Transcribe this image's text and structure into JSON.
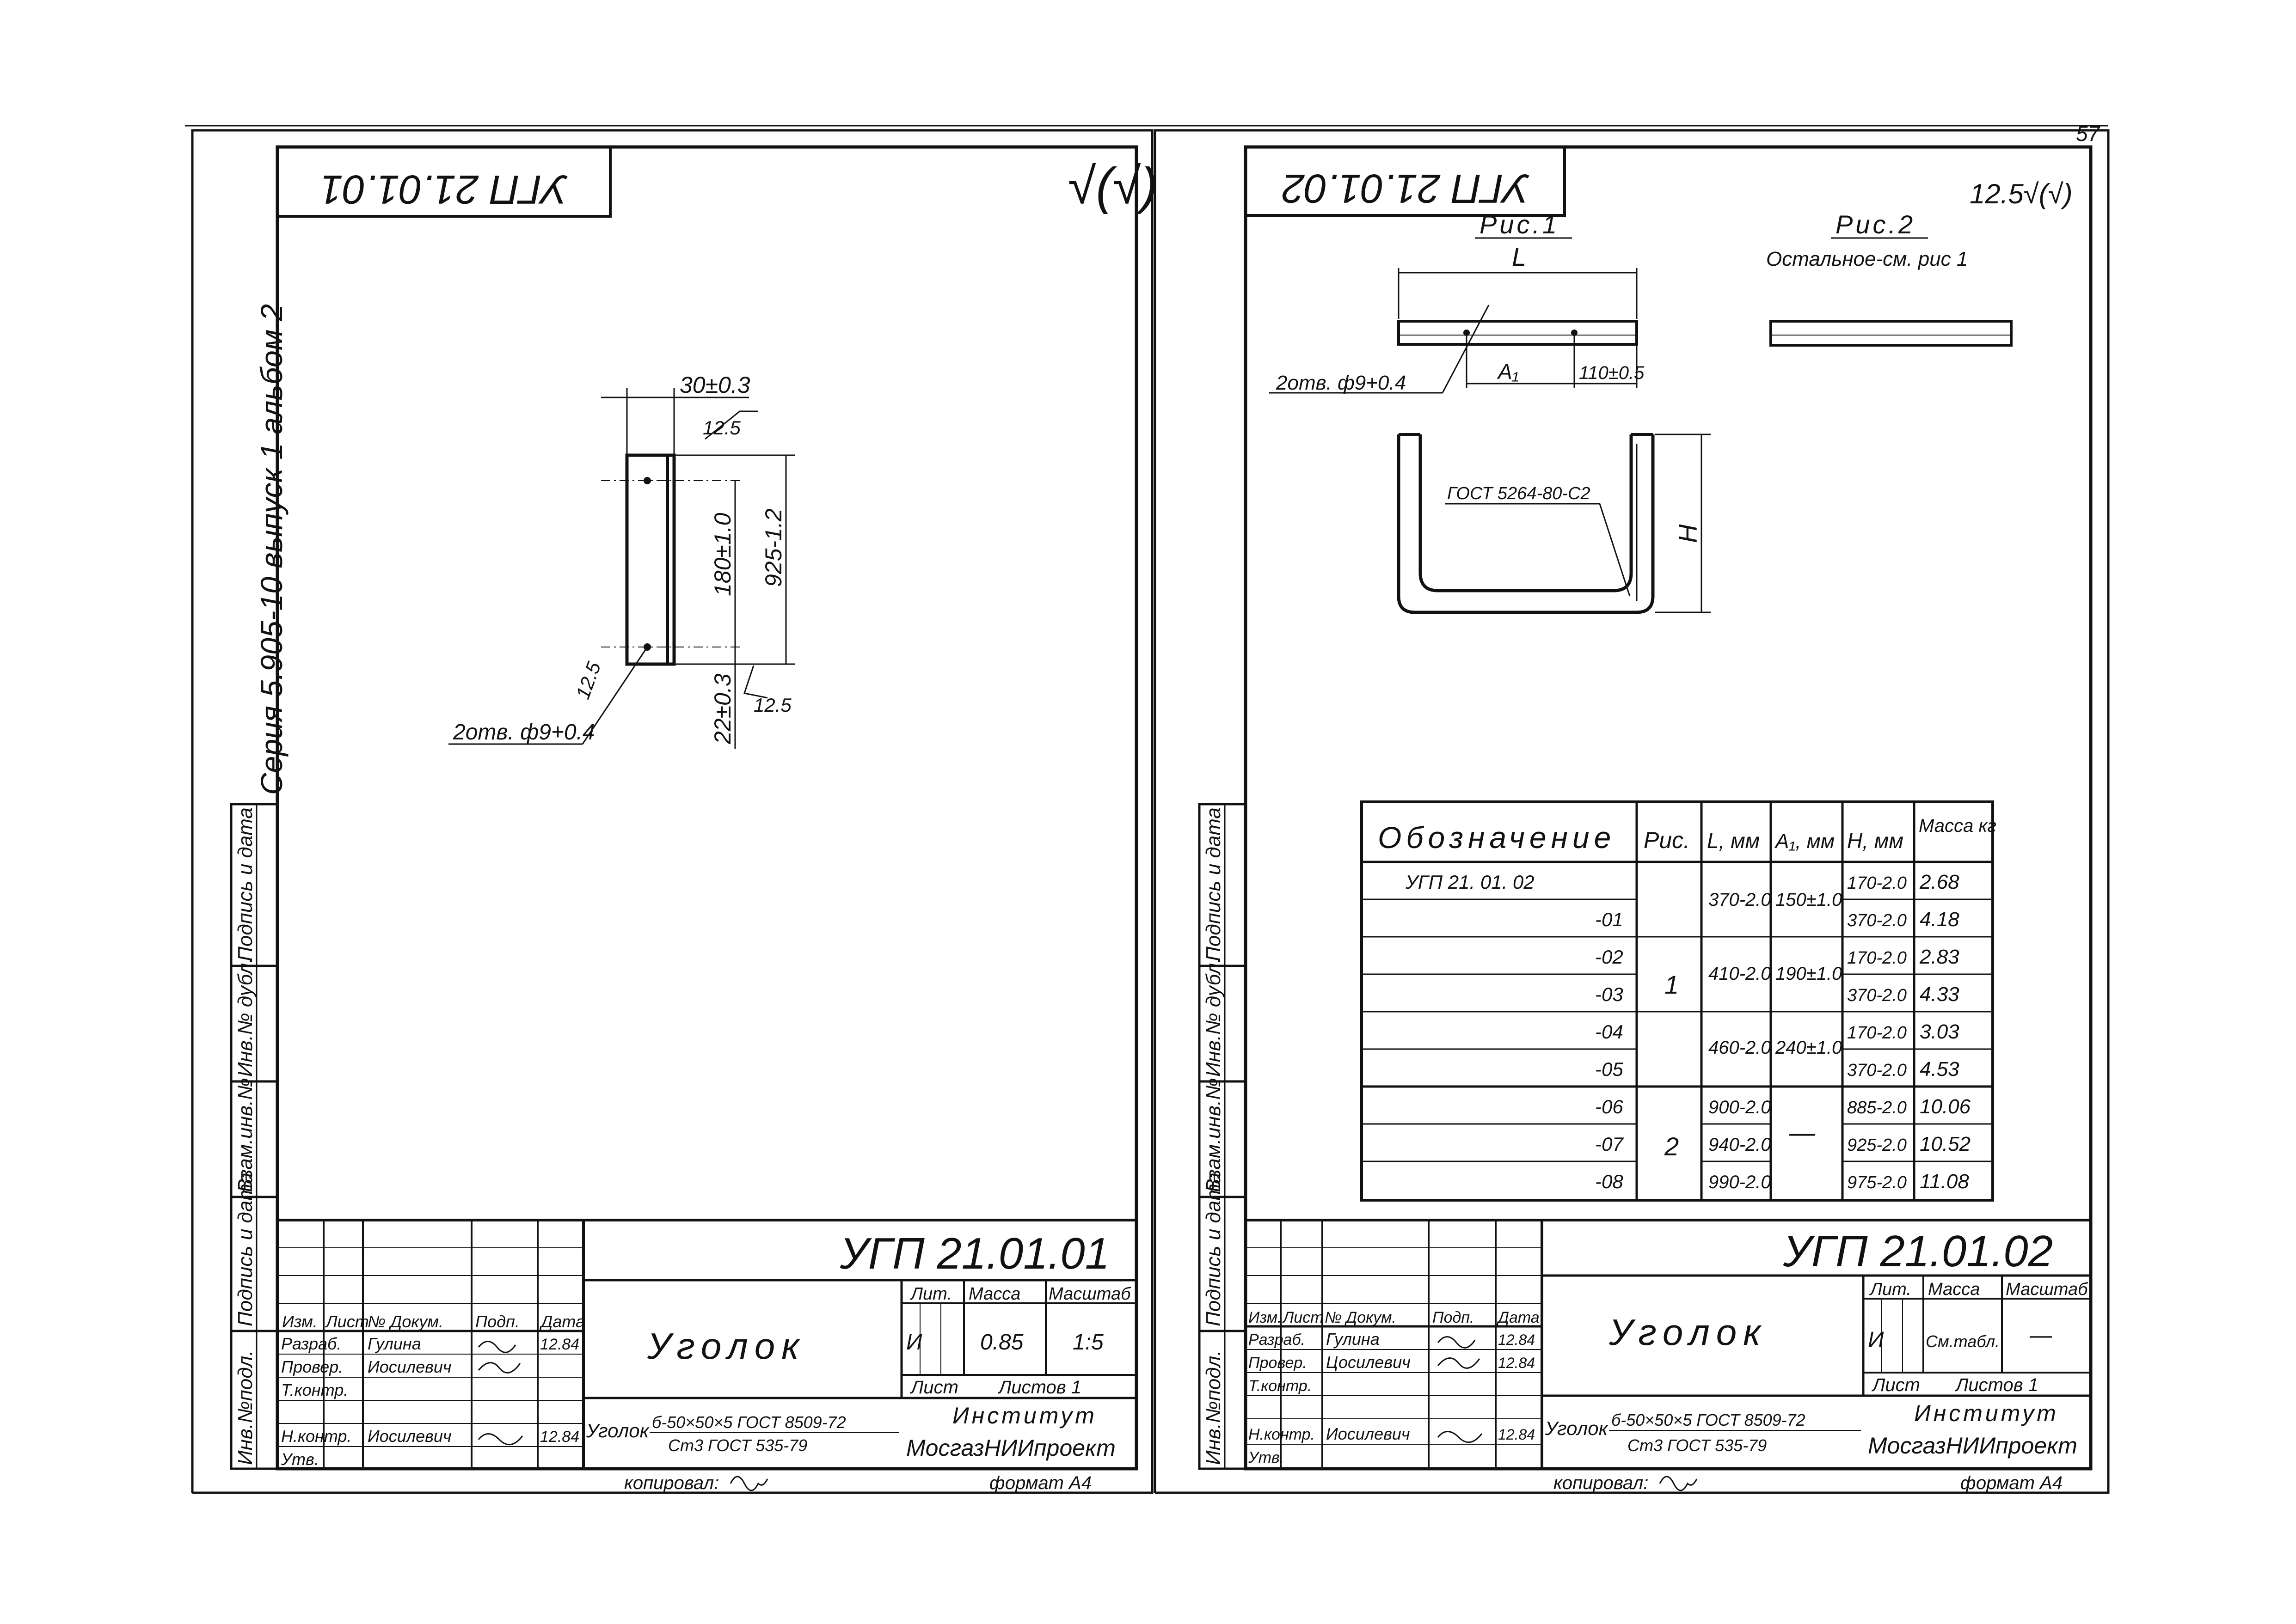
{
  "page_number": "57",
  "left": {
    "code_stamp": "УГП 21.01.01",
    "roughness_note": "√(√)",
    "side_series": "Серия 5.905-10 выпуск 1 альбом 2",
    "dims": {
      "d1": "30±0.3",
      "d2": "180±1.0",
      "d3": "925-1.2",
      "d4": "22±0.3",
      "r1": "12.5",
      "r2": "12.5",
      "r3": "12.5",
      "holes": "2отв. ф9+0.4"
    },
    "side_labels": [
      "Инв.№подл.",
      "Подпись и дата",
      "Взам.инв.№",
      "Инв.№ дубл.",
      "Подпись и дата"
    ],
    "title": {
      "code": "УГП 21.01.01",
      "name": "Уголок",
      "hdr": [
        "Изм.",
        "Лист",
        "№ Докум.",
        "Подп.",
        "Дата"
      ],
      "roles": [
        "Разраб.",
        "Провер.",
        "Т.контр.",
        "",
        "Н.контр.",
        "Утв."
      ],
      "people": [
        "Гулина",
        "Иосилевич",
        "",
        "",
        "Иосилевич",
        ""
      ],
      "sigs": [
        "",
        "",
        "",
        "",
        "",
        ""
      ],
      "dates": [
        "12.84",
        "",
        "",
        "",
        "12.84",
        ""
      ],
      "lit_label": "Лит.",
      "mass_label": "Масса",
      "scale_label": "Масштаб",
      "lit": "И",
      "mass": "0.85",
      "scale": "1:5",
      "sheet": "Лист",
      "sheets": "Листов 1",
      "material_prefix": "Уголок",
      "material1": "б-50×50×5 ГОСТ 8509-72",
      "material2": "Ст3 ГОСТ 535-79",
      "org1": "Институт",
      "org2": "МосгазНИИпроект",
      "copied": "копировал:",
      "format": "формат А4"
    }
  },
  "right": {
    "code_stamp": "УГП 21.01.02",
    "roughness_note": "12.5√(√)",
    "fig1": "Рис.1",
    "fig2": "Рис.2",
    "fig2_note": "Остальное-см. рис 1",
    "dims": {
      "L": "L",
      "A1": "A₁",
      "d110": "110±0.5",
      "holes": "2отв. ф9+0.4",
      "weld": "ГОСТ 5264-80-С2",
      "H": "H"
    },
    "side_labels": [
      "Инв.№подл.",
      "Подпись и дата",
      "Взам.инв.№",
      "Инв.№ дубл.",
      "Подпись и дата"
    ],
    "table": {
      "headers": [
        "Обозначение",
        "Рис.",
        "L, мм",
        "A₁, мм",
        "H, мм",
        "Масса кг"
      ],
      "rows": [
        [
          "УГП 21. 01. 02",
          "",
          "",
          "",
          "170-2.0",
          "2.68"
        ],
        [
          "-01",
          "",
          "",
          "",
          "370-2.0",
          "4.18"
        ],
        [
          "-02",
          "",
          "",
          "",
          "170-2.0",
          "2.83"
        ],
        [
          "-03",
          "",
          "",
          "",
          "370-2.0",
          "4.33"
        ],
        [
          "-04",
          "",
          "",
          "",
          "170-2.0",
          "3.03"
        ],
        [
          "-05",
          "",
          "",
          "",
          "370-2.0",
          "4.53"
        ],
        [
          "-06",
          "",
          "900-2.0",
          "",
          "885-2.0",
          "10.06"
        ],
        [
          "-07",
          "",
          "940-2.0",
          "",
          "925-2.0",
          "10.52"
        ],
        [
          "-08",
          "",
          "990-2.0",
          "",
          "975-2.0",
          "11.08"
        ]
      ],
      "merged": {
        "ris1": "1",
        "ris2": "2",
        "L1": "370-2.0",
        "L2": "410-2.0",
        "L3": "460-2.0",
        "A1": "150±1.0",
        "A2": "190±1.0",
        "A3": "240±1.0",
        "A_dash": "—"
      }
    },
    "title": {
      "code": "УГП 21.01.02",
      "name": "Уголок",
      "hdr": [
        "Изм.",
        "Лист",
        "№ Докум.",
        "Подп.",
        "Дата"
      ],
      "roles": [
        "Разраб.",
        "Провер.",
        "Т.контр.",
        "",
        "Н.контр.",
        "Утв."
      ],
      "people": [
        "Гулина",
        "Цосилевич",
        "",
        "",
        "Иосилевич",
        ""
      ],
      "sigs": [
        "",
        "",
        "",
        "",
        "",
        ""
      ],
      "dates": [
        "12.84",
        "12.84",
        "",
        "",
        "12.84",
        ""
      ],
      "lit_label": "Лит.",
      "mass_label": "Масса",
      "scale_label": "Масштаб",
      "lit": "И",
      "mass": "См.табл.",
      "scale": "—",
      "sheet": "Лист",
      "sheets": "Листов 1",
      "material_prefix": "Уголок",
      "material1": "б-50×50×5 ГОСТ 8509-72",
      "material2": "Ст3 ГОСТ 535-79",
      "org1": "Институт",
      "org2": "МосгазНИИпроект",
      "copied": "копировал:",
      "format": "формат А4"
    }
  }
}
